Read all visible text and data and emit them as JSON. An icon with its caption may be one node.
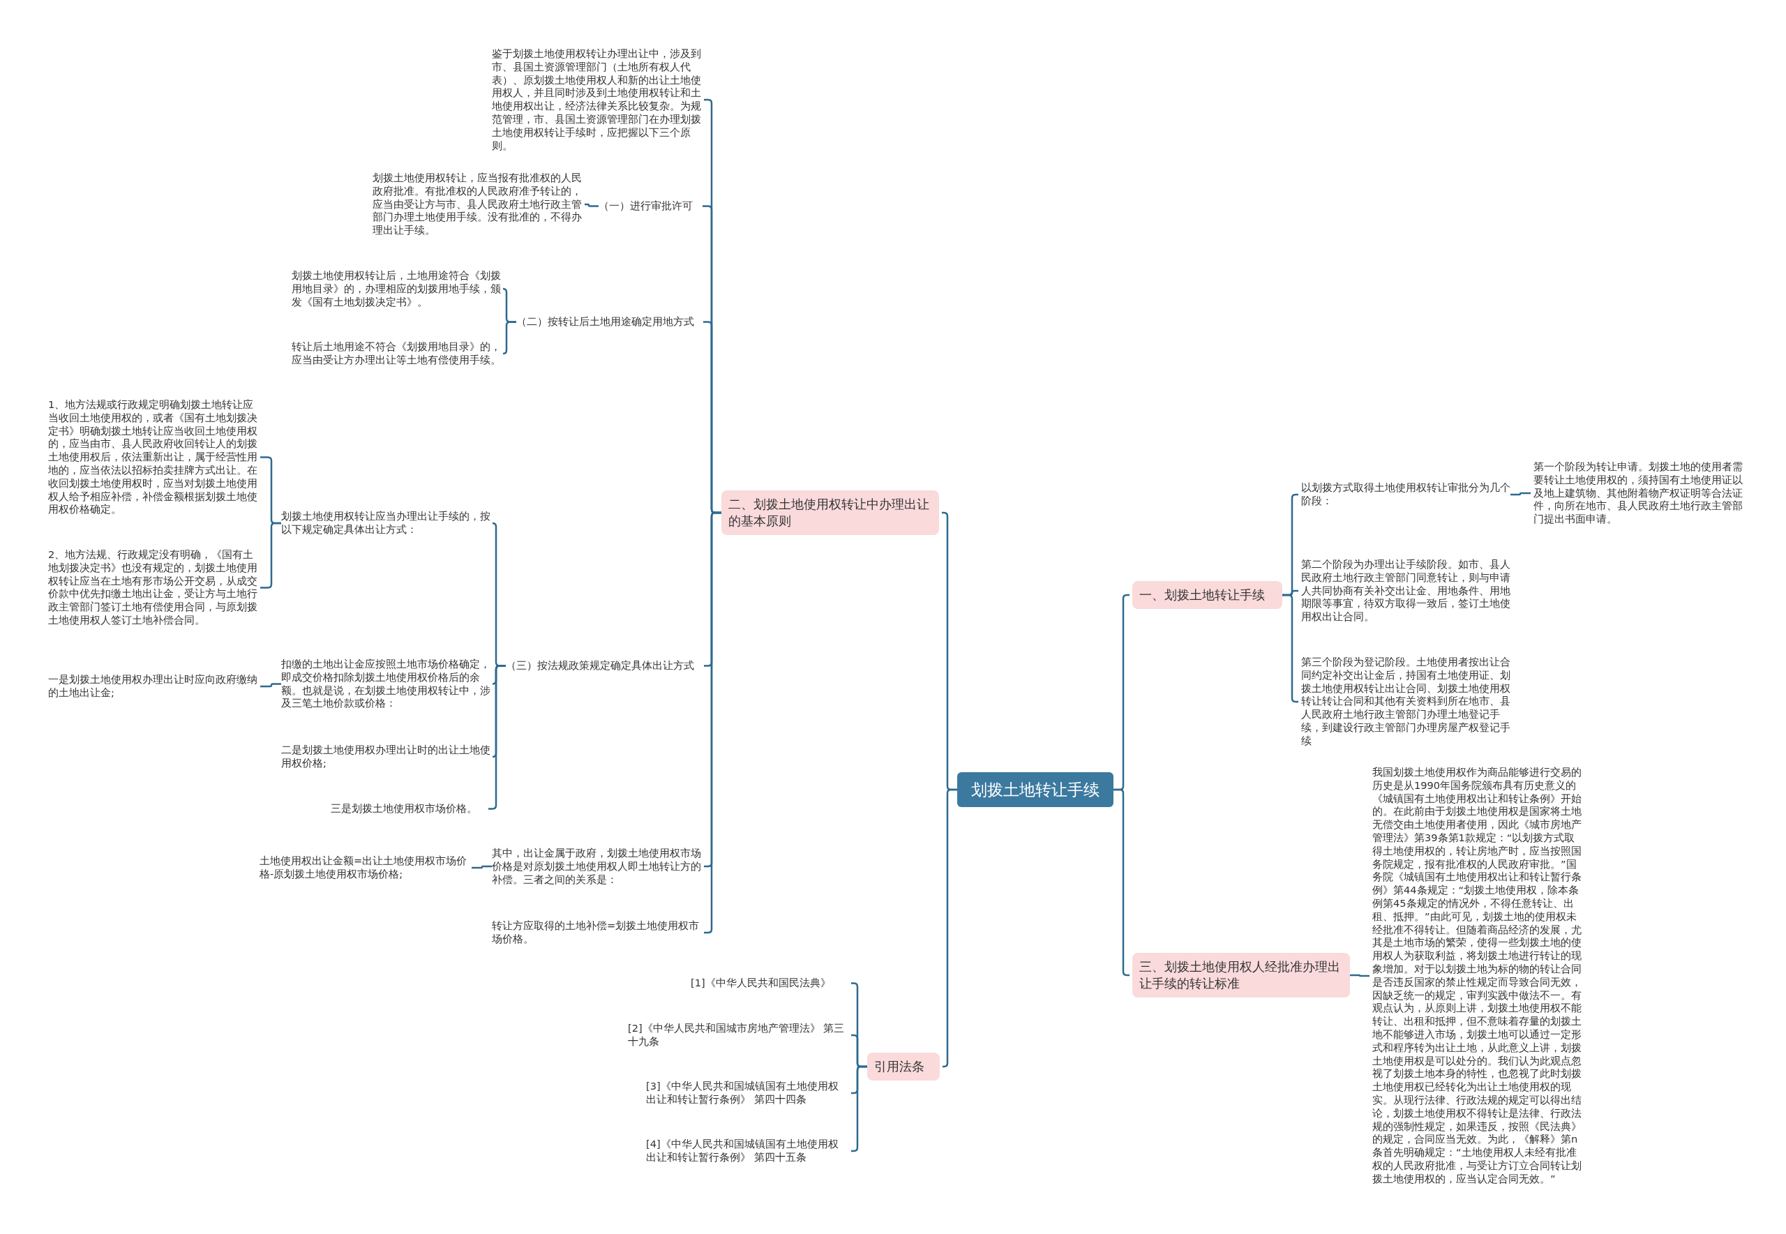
{
  "diagram": {
    "nodes": [
      {
        "text": [
          "划拨土地转让手续"
        ]
      },
      {
        "text": [
          "一、划拨土地转让手续"
        ]
      },
      {
        "text": [
          "以划拨方式取得土地使用权转让审批分为几个阶段："
        ]
      },
      {
        "text": [
          "第一个阶段为转让申请。划拨土地的使用者需要转让土地使用权的，须持国有土地使用证以及地上建筑物、其他附着物产权证明等合法证件，向所在地市、县人民政府土地行政主管部门提出书面申请。"
        ]
      },
      {
        "text": [
          "第二个阶段为办理出让手续阶段。如市、县人民政府土地行政主管部门同意转让，则与申请人共同协商有关补交出让金、用地条件、用地期限等事宜，待双方取得一致后，签订土地使用权出让合同。"
        ]
      },
      {
        "text": [
          "第三个阶段为登记阶段。土地使用者按出让合同约定补交出让金后，持国有土地使用证、划拨土地使用权转让出让合同、划拨土地使用权转让转让合同和其他有关资料到所在地市、县人民政府土地行政主管部门办理土地登记手续，到建设行政主管部门办理房屋产权登记手续"
        ]
      },
      {
        "text": [
          "三、划拨土地使用权人经批准办理出让手续的转让标准"
        ]
      },
      {
        "text": [
          "我国划拨土地使用权作为商品能够进行交易的历史是从1990年国务院颁布具有历史意义的《城镇国有土地使用权出让和转让条例》开始的。在此前由于划拨土地使用权是国家将土地无偿交由土地使用者使用，因此《城市房地产管理法》第39条第1款规定：“以划拨方式取得土地使用权的，转让房地产时，应当按照国务院规定，报有批准权的人民政府审批。”国务院《城镇国有土地使用权出让和转让暂行条例》第44条规定：“划拨土地使用权，除本条例第45条规定的情况外，不得任意转让、出租、抵押。”由此可见，划拨土地的使用权未经批准不得转让。但随着商品经济的发展，尤其是土地市场的繁荣，使得一些划拨土地的使用权人为获取利益，将划拨土地进行转让的现象增加。对于以划拨土地为标的物的转让合同是否违反国家的禁止性规定而导致合同无效，因缺乏统一的规定，审判实践中做法不一。有观点认为，从原则上讲，划拨土地使用权不能转让、出租和抵押，但不意味着存量的划拨土地不能够进入市场，划拨土地可以通过一定形式和程序转为出让土地，从此意义上讲，划拨土地使用权是可以处分的。我们认为此观点忽视了划拨土地本身的特性，也忽视了此时划拨土地使用权已经转化为出让土地使用权的现实。从现行法律、行政法规的规定可以得出结论，划拨土地使用权不得转让是法律、行政法规的强制性规定，如果违反，按照《民法典》的规定，合同应当无效。为此，《解释》第n条首先明确规定：“土地使用权人未经有批准权的人民政府批准，与受让方订立合同转让划拨土地使用权的，应当认定合同无效。”"
        ]
      },
      {
        "text": [
          "二、划拨土地使用权转让中办理出让的基本原则"
        ]
      },
      {
        "text": [
          "鉴于划拨土地使用权转让办理出让中，涉及到市、县国土资源管理部门（土地所有权人代表）、原划拨土地使用权人和新的出让土地使用权人，并且同时涉及到土地使用权转让和土地使用权出让，经济法律关系比较复杂。为规范管理，市、县国土资源管理部门在办理划拨土地使用权转让手续时，应把握以下三个原则。"
        ]
      },
      {
        "text": [
          "（一）进行审批许可"
        ]
      },
      {
        "text": [
          "划拨土地使用权转让，应当报有批准权的人民政府批准。有批准权的人民政府准予转让的，应当由受让方与市、县人民政府土地行政主管部门办理土地使用手续。没有批准的，不得办理出让手续。"
        ]
      },
      {
        "text": [
          "（二）按转让后土地用途确定用地方式"
        ]
      },
      {
        "text": [
          "划拨土地使用权转让后，土地用途符合《划拨用地目录》的，办理相应的划拨用地手续，颁发《国有土地划拨决定书》。"
        ]
      },
      {
        "text": [
          "转让后土地用途不符合《划拨用地目录》的，应当由受让方办理出让等土地有偿使用手续。"
        ]
      },
      {
        "text": [
          "（三）按法规政策规定确定具体出让方式"
        ]
      },
      {
        "text": [
          "划拨土地使用权转让应当办理出让手续的，按以下规定确定具体出让方式："
        ]
      },
      {
        "text": [
          "1、地方法规或行政规定明确划拨土地转让应当收回土地使用权的，或者《国有土地划拨决定书》明确划拨土地转让应当收回土地使用权的，应当由市、县人民政府收回转让人的划拨土地使用权后，依法重新出让，属于经营性用地的，应当依法以招标拍卖挂牌方式出让。在收回划拨土地使用权时，应当对划拨土地使用权人给予相应补偿，补偿金额根据划拨土地使用权价格确定。"
        ]
      },
      {
        "text": [
          "2、地方法规、行政规定没有明确，《国有土地划拨决定书》也没有规定的，划拨土地使用权转让应当在土地有形市场公开交易，从成交价款中优先扣缴土地出让金，受让方与土地行政主管部门签订土地有偿使用合同，与原划拨土地使用权人签订土地补偿合同。"
        ]
      },
      {
        "text": [
          "扣缴的土地出让金应按照土地市场价格确定，即成交价格扣除划拨土地使用权价格后的余额。也就是说，在划拨土地使用权转让中，涉及三笔土地价款或价格："
        ]
      },
      {
        "text": [
          "一是划拨土地使用权办理出让时应向政府缴纳的土地出让金;"
        ]
      },
      {
        "text": [
          "二是划拨土地使用权办理出让时的出让土地使用权价格;"
        ]
      },
      {
        "text": [
          "三是划拨土地使用权市场价格。"
        ]
      },
      {
        "text": [
          "其中，出让金属于政府，划拨土地使用权市场价格是对原划拨土地使用权人即土地转让方的补偿。三者之间的关系是："
        ]
      },
      {
        "text": [
          "土地使用权出让金额=出让土地使用权市场价格-原划拨土地使用权市场价格;"
        ]
      },
      {
        "text": [
          "转让方应取得的土地补偿=划拨土地使用权市场价格。"
        ]
      },
      {
        "text": [
          "引用法条"
        ]
      },
      {
        "text": [
          "[1]《中华人民共和国民法典》"
        ]
      },
      {
        "text": [
          "[2]《中华人民共和国城市房地产管理法》 第三十九条"
        ]
      },
      {
        "text": [
          "[3]《中华人民共和国城镇国有土地使用权出让和转让暂行条例》 第四十四条"
        ]
      },
      {
        "text": [
          "[4]《中华人民共和国城镇国有土地使用权出让和转让暂行条例》 第四十五条"
        ]
      }
    ],
    "edges": [
      {
        "from": 0,
        "to": 1,
        "arrow": "none"
      },
      {
        "from": 1,
        "to": 2,
        "arrow": "none"
      },
      {
        "from": 2,
        "to": 3,
        "arrow": "none"
      },
      {
        "from": 1,
        "to": 4,
        "arrow": "none"
      },
      {
        "from": 1,
        "to": 5,
        "arrow": "none"
      },
      {
        "from": 0,
        "to": 6,
        "arrow": "none"
      },
      {
        "from": 6,
        "to": 7,
        "arrow": "none"
      },
      {
        "from": 0,
        "to": 8,
        "arrow": "none"
      },
      {
        "from": 8,
        "to": 9,
        "arrow": "none"
      },
      {
        "from": 8,
        "to": 10,
        "arrow": "none"
      },
      {
        "from": 10,
        "to": 11,
        "arrow": "none"
      },
      {
        "from": 8,
        "to": 12,
        "arrow": "none"
      },
      {
        "from": 12,
        "to": 13,
        "arrow": "none"
      },
      {
        "from": 12,
        "to": 14,
        "arrow": "none"
      },
      {
        "from": 8,
        "to": 15,
        "arrow": "none"
      },
      {
        "from": 15,
        "to": 16,
        "arrow": "none"
      },
      {
        "from": 16,
        "to": 17,
        "arrow": "none"
      },
      {
        "from": 16,
        "to": 18,
        "arrow": "none"
      },
      {
        "from": 15,
        "to": 19,
        "arrow": "none"
      },
      {
        "from": 19,
        "to": 20,
        "arrow": "none"
      },
      {
        "from": 15,
        "to": 21,
        "arrow": "none"
      },
      {
        "from": 15,
        "to": 22,
        "arrow": "none"
      },
      {
        "from": 8,
        "to": 23,
        "arrow": "none"
      },
      {
        "from": 23,
        "to": 24,
        "arrow": "none"
      },
      {
        "from": 8,
        "to": 25,
        "arrow": "none"
      },
      {
        "from": 0,
        "to": 26,
        "arrow": "none"
      },
      {
        "from": 26,
        "to": 27,
        "arrow": "none"
      },
      {
        "from": 26,
        "to": 28,
        "arrow": "none"
      },
      {
        "from": 26,
        "to": 29,
        "arrow": "none"
      },
      {
        "from": 26,
        "to": 30,
        "arrow": "none"
      }
    ]
  }
}
